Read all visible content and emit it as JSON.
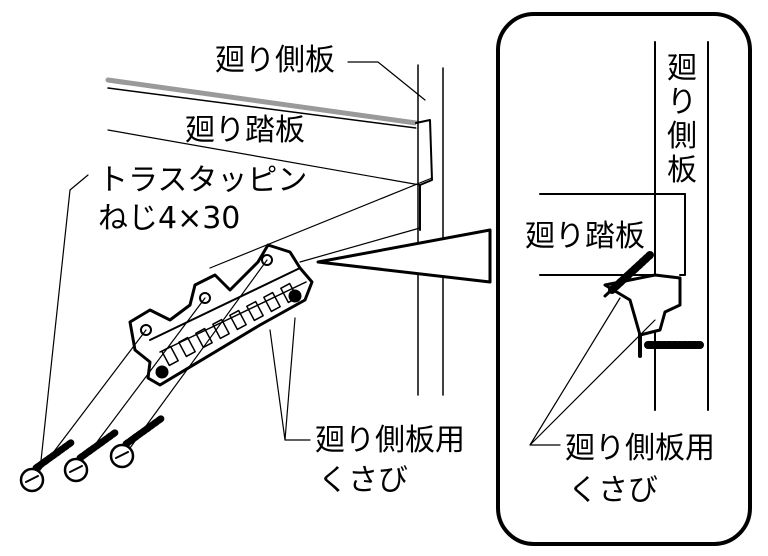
{
  "labels": {
    "side_board_top": "廻り側板",
    "step_board_main": "廻り踏板",
    "screw_line1": "トラスタッピン",
    "screw_line2": "ねじ4×30",
    "wedge_main_line1": "廻り側板用",
    "wedge_main_line2": "くさび",
    "inset_side_board_chars": [
      "廻",
      "り",
      "側",
      "板"
    ],
    "inset_step_board": "廻り踏板",
    "inset_wedge_line1": "廻り側板用",
    "inset_wedge_line2": "くさび"
  },
  "colors": {
    "ink": "#000000",
    "paper": "#ffffff",
    "shade": "#9a9a9a"
  }
}
